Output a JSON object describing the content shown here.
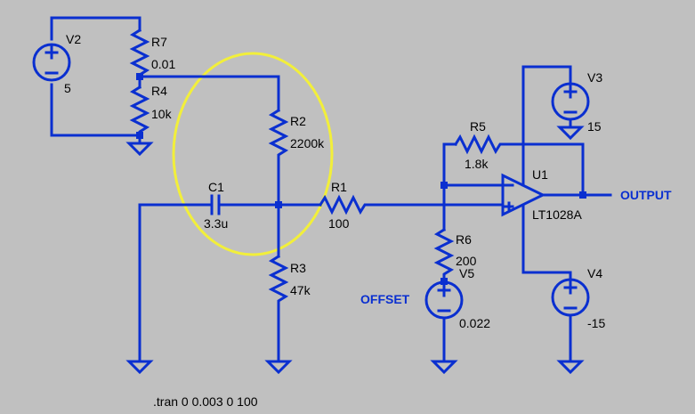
{
  "colors": {
    "background": "#c0c0c0",
    "wire": "#0a2fd0",
    "text": "#000000",
    "highlight": "#f2ef3a"
  },
  "components": {
    "v2": {
      "name": "V2",
      "value": "5"
    },
    "r7": {
      "name": "R7",
      "value": "0.01"
    },
    "r4": {
      "name": "R4",
      "value": "10k"
    },
    "r2": {
      "name": "R2",
      "value": "2200k"
    },
    "c1": {
      "name": "C1",
      "value": "3.3u"
    },
    "r1": {
      "name": "R1",
      "value": "100"
    },
    "r3": {
      "name": "R3",
      "value": "47k"
    },
    "r5": {
      "name": "R5",
      "value": "1.8k"
    },
    "r6": {
      "name": "R6",
      "value": "200"
    },
    "v5": {
      "name": "V5",
      "value": "0.022"
    },
    "v3": {
      "name": "V3",
      "value": "15"
    },
    "v4": {
      "name": "V4",
      "value": "-15"
    },
    "u1": {
      "name": "U1",
      "value": "LT1028A"
    }
  },
  "nets": {
    "offset": "OFFSET",
    "output": "OUTPUT"
  },
  "directive": ".tran 0 0.003 0 100"
}
